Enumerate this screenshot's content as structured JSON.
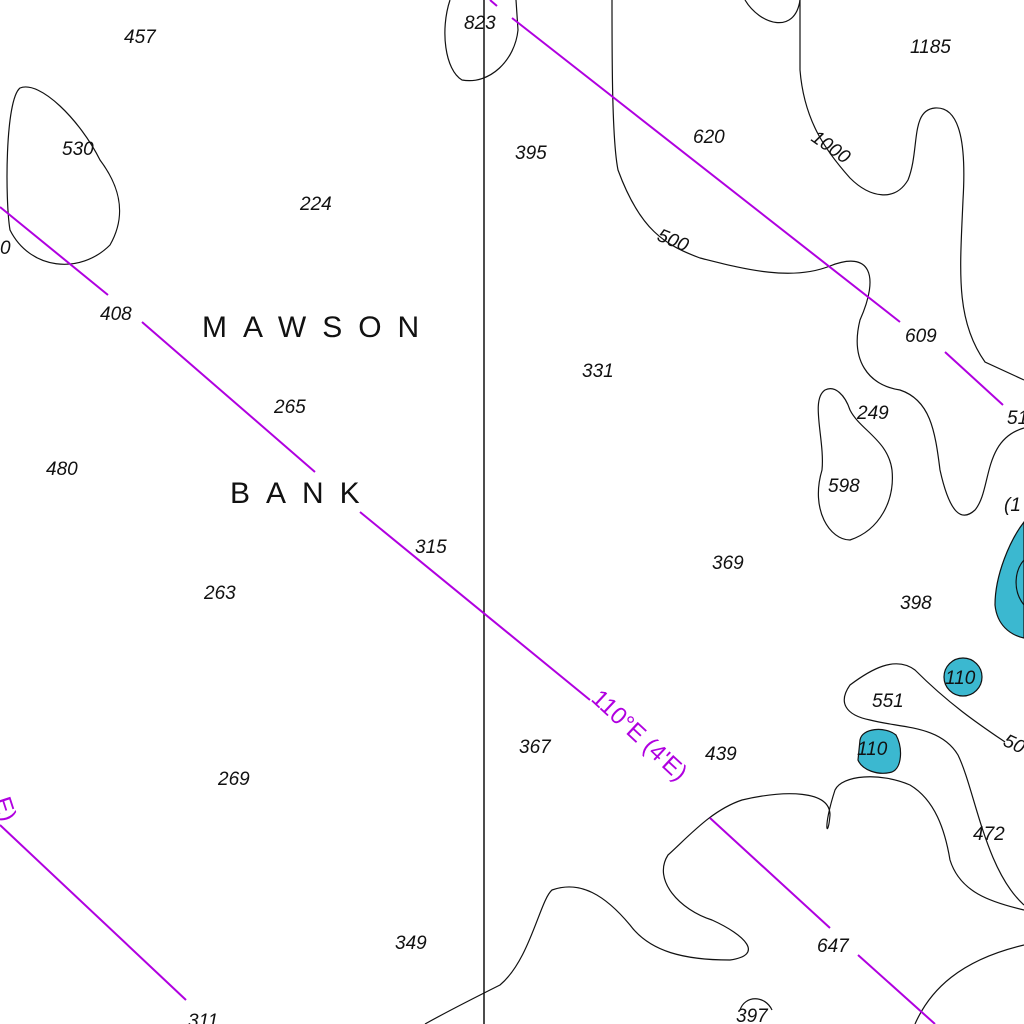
{
  "map": {
    "colors": {
      "background": "#ffffff",
      "meridian": "#b000e0",
      "shoal_fill": "#3bb8d0",
      "contour": "#111111"
    },
    "feature_name": [
      "MAWSON",
      "BANK"
    ],
    "meridian_label": "110°E (4'E)",
    "meridian_label_partial": "E)",
    "soundings": [
      "457",
      "823",
      "1185",
      "530",
      "395",
      "620",
      "224",
      "408",
      "609",
      "265",
      "331",
      "249",
      "480",
      "598",
      "315",
      "369",
      "263",
      "398",
      "110",
      "551",
      "367",
      "439",
      "110",
      "269",
      "472",
      "349",
      "647",
      "311",
      "397",
      "51",
      "(1",
      "50",
      "0"
    ],
    "contour_labels": [
      "1000",
      "500"
    ]
  }
}
